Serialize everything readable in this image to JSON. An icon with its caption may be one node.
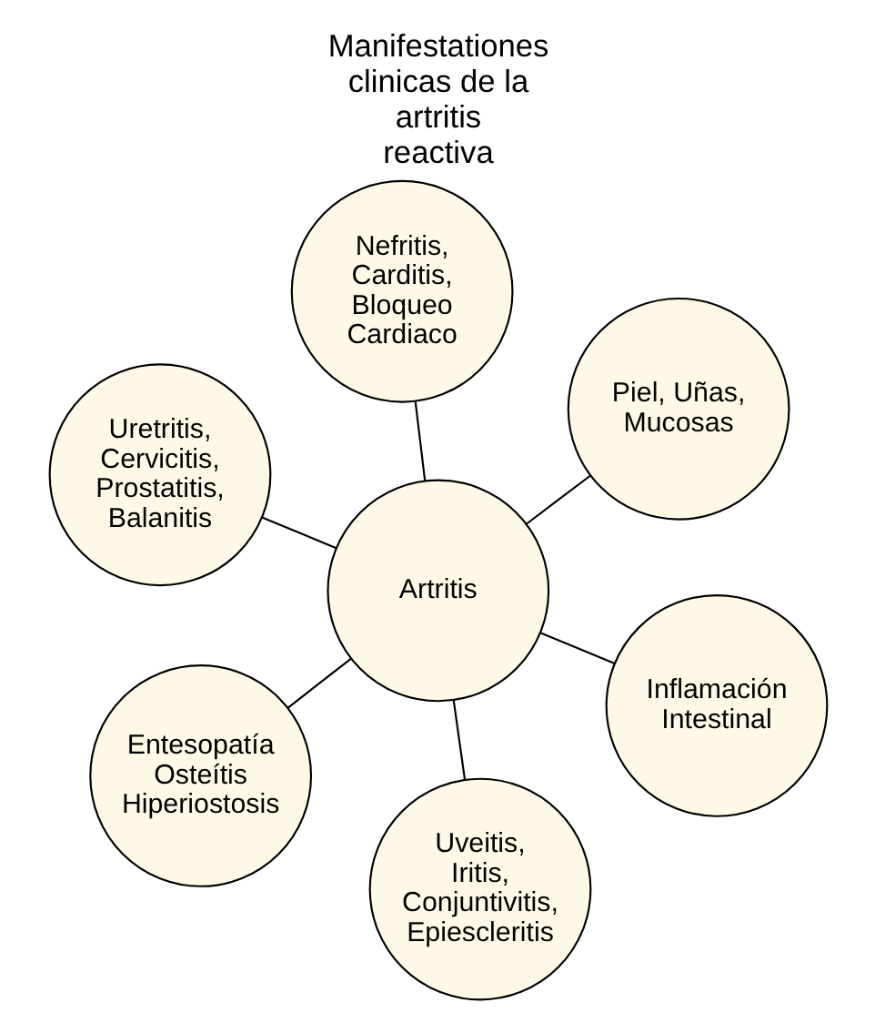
{
  "diagram": {
    "title": "Manifestationes clinicas de la artritis reactiva",
    "nodes": [
      {
        "text": [
          "Uretritis, Cervicitis, Prostatitis, Balanitis"
        ]
      },
      {
        "text": [
          "Inflamación Intestinal"
        ]
      },
      {
        "text": [
          "Uveitis, Iritis, Conjuntivitis, Epiescleritis"
        ]
      },
      {
        "text": [
          "Artritis"
        ]
      },
      {
        "text": [
          "Piel, Uñas, Mucosas"
        ]
      },
      {
        "text": [
          "Nefritis, Carditis, Bloqueo Cardiaco"
        ]
      },
      {
        "text": [
          "Entesopatía Osteítis Hiperiostosis"
        ]
      }
    ],
    "edges": [
      {
        "from": 3,
        "to": 0,
        "arrow": "none"
      },
      {
        "from": 3,
        "to": 2,
        "arrow": "none"
      },
      {
        "from": 3,
        "to": 4,
        "arrow": "none"
      },
      {
        "from": 3,
        "to": 6,
        "arrow": "none"
      },
      {
        "from": 3,
        "to": 5,
        "arrow": "none"
      },
      {
        "from": 3,
        "to": 1,
        "arrow": "none"
      }
    ]
  }
}
